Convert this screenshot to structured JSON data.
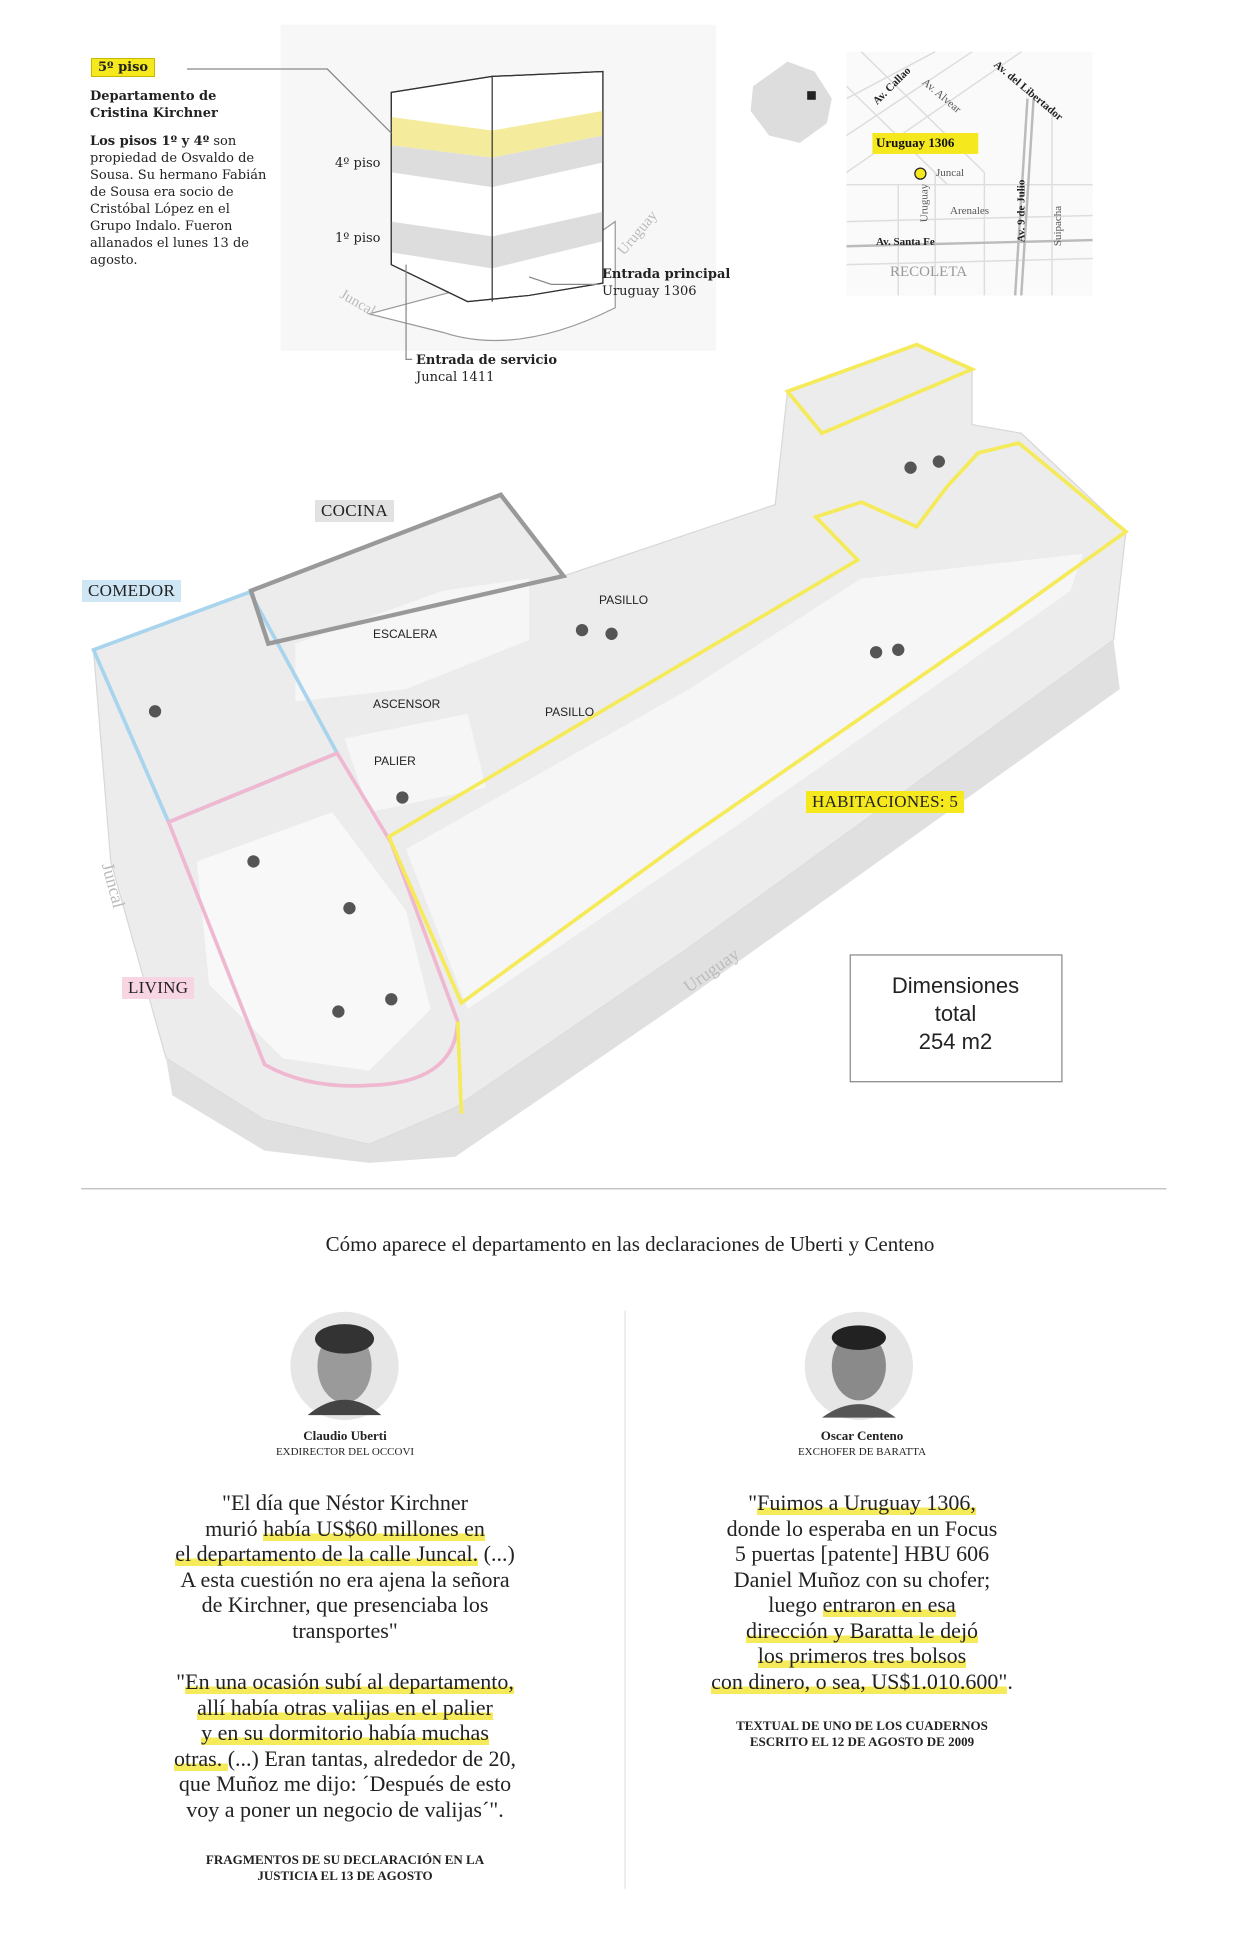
{
  "building": {
    "floor_tag": "5º piso",
    "apartment_title": "Departamento de Cristina Kirchner",
    "note_bold": "Los pisos 1º y 4º",
    "note_rest": " son propiedad de Osvaldo de Sousa. Su hermano Fabián de Sousa era socio de Cristóbal López en el Grupo Indalo. Fueron allanados el lunes 13 de agosto.",
    "floor4": "4º piso",
    "floor1": "1º piso",
    "street_juncal": "Juncal",
    "street_uruguay": "Uruguay",
    "main_entrance_title": "Entrada principal",
    "main_entrance_addr": "Uruguay 1306",
    "service_entrance_title": "Entrada de servicio",
    "service_entrance_addr": "Juncal 1411"
  },
  "map": {
    "marker": "Uruguay 1306",
    "streets": [
      "Av. Callao",
      "Av. Alvear",
      "Av. del Libertador",
      "Juncal",
      "Uruguay",
      "Arenales",
      "Av. 9 de Julio",
      "Suipacha",
      "Av. Santa Fe"
    ],
    "district": "RECOLETA"
  },
  "plan": {
    "rooms": {
      "cocina": "COCINA",
      "comedor": "COMEDOR",
      "living": "LIVING",
      "habitaciones": "HABITACIONES: 5"
    },
    "labels": {
      "escalera": "ESCALERA",
      "ascensor": "ASCENSOR",
      "palier": "PALIER",
      "pasillo": "PASILLO"
    },
    "streets": {
      "juncal": "Juncal",
      "uruguay": "Uruguay"
    },
    "dimensions": {
      "title": "Dimensiones",
      "label": "total",
      "value": "254 m2"
    },
    "colors": {
      "comedor": "#a8d4ee",
      "living": "#f0b8d0",
      "cocina": "#999999",
      "habitaciones": "#f5ea5a"
    }
  },
  "section_title": "Cómo aparece el departamento en las declaraciones de Uberti y Centeno",
  "people": [
    {
      "name": "Claudio Uberti",
      "role": "EXDIRECTOR DEL OCCOVI",
      "quote1": [
        [
          "\"El día que Néstor Kirchner",
          ""
        ],
        [
          "murió ",
          "había US$60 millones en"
        ],
        [
          "",
          "el departamento de la calle Juncal.",
          " (...)"
        ],
        [
          "A esta cuestión no era ajena la señora",
          ""
        ],
        [
          "de Kirchner, que presenciaba los",
          ""
        ],
        [
          "transportes\"",
          ""
        ]
      ],
      "quote2": [
        [
          "\"",
          "En una ocasión subí al departamento,"
        ],
        [
          "",
          "allí había otras valijas en el palier"
        ],
        [
          "",
          "y en su dormitorio había muchas"
        ],
        [
          "",
          "otras. ",
          "(...) Eran tantas, alrededor de 20,"
        ],
        [
          "que Muñoz me dijo: ´Después de esto",
          ""
        ],
        [
          "voy a poner un negocio de valijas´\".",
          ""
        ]
      ],
      "source": "FRAGMENTOS DE SU DECLARACIÓN EN LA JUSTICIA EL 13 DE AGOSTO"
    },
    {
      "name": "Oscar Centeno",
      "role": "EXCHOFER DE BARATTA",
      "quote1": [
        [
          "\"",
          "Fuimos a Uruguay 1306,"
        ],
        [
          "donde lo esperaba en un Focus",
          ""
        ],
        [
          "5 puertas [patente] HBU 606",
          ""
        ],
        [
          "Daniel Muñoz con su chofer;",
          ""
        ],
        [
          "luego ",
          "entraron en esa"
        ],
        [
          "",
          "dirección y Baratta le dejó"
        ],
        [
          "",
          "los primeros tres bolsos"
        ],
        [
          "",
          "con dinero, o sea, US$1.010.600\"",
          "."
        ]
      ],
      "source": "TEXTUAL DE UNO DE LOS CUADERNOS ESCRITO EL 12 DE AGOSTO DE 2009"
    }
  ]
}
